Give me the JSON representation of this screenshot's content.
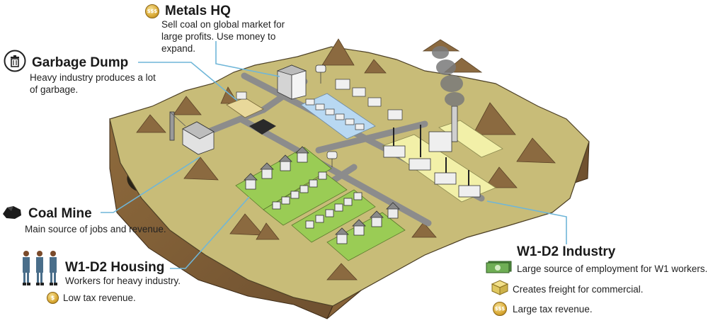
{
  "callouts": {
    "metals_hq": {
      "title": "Metals HQ",
      "desc": "Sell coal on global market for large profits. Use money to expand."
    },
    "garbage_dump": {
      "title": "Garbage Dump",
      "desc": "Heavy industry produces a lot of garbage."
    },
    "coal_mine": {
      "title": "Coal Mine",
      "desc": "Main source of jobs and revenue."
    },
    "housing": {
      "title": "W1-D2 Housing",
      "desc": "Workers for heavy industry.",
      "revenue": "Low tax revenue."
    },
    "industry": {
      "title": "W1-D2 Industry",
      "items": [
        {
          "icon": "money-icon",
          "text": "Large source of employment for  W1 workers."
        },
        {
          "icon": "freight-box-icon",
          "text": "Creates freight for commercial."
        },
        {
          "icon": "coin-icon",
          "text": "Large tax revenue."
        }
      ]
    }
  },
  "colors": {
    "ground": "#c9bd7a",
    "dirt": "#8a6a3e",
    "lot_green": "#9acc55",
    "lot_yellow": "#f2f0a8",
    "lot_blue": "#b8d8f2",
    "road": "#8c8c8c",
    "leader_line": "#6fb6d8"
  }
}
